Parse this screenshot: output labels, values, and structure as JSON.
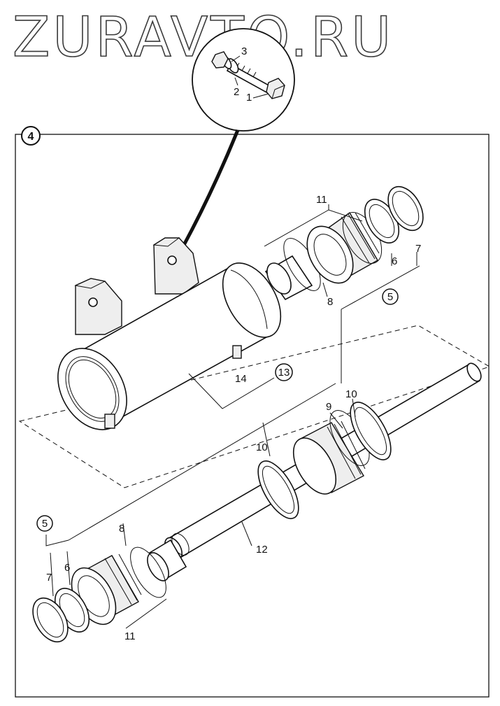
{
  "watermark": "ZURAVTO.RU",
  "callouts": {
    "c1": "1",
    "c2": "2",
    "c3": "3",
    "c4": "4",
    "c5a": "5",
    "c5b": "5",
    "c6a": "6",
    "c6b": "6",
    "c7a": "7",
    "c7b": "7",
    "c8a": "8",
    "c8b": "8",
    "c9": "9",
    "c10a": "10",
    "c10b": "10",
    "c11a": "11",
    "c11b": "11",
    "c12": "12",
    "c13": "13",
    "c14": "14"
  }
}
